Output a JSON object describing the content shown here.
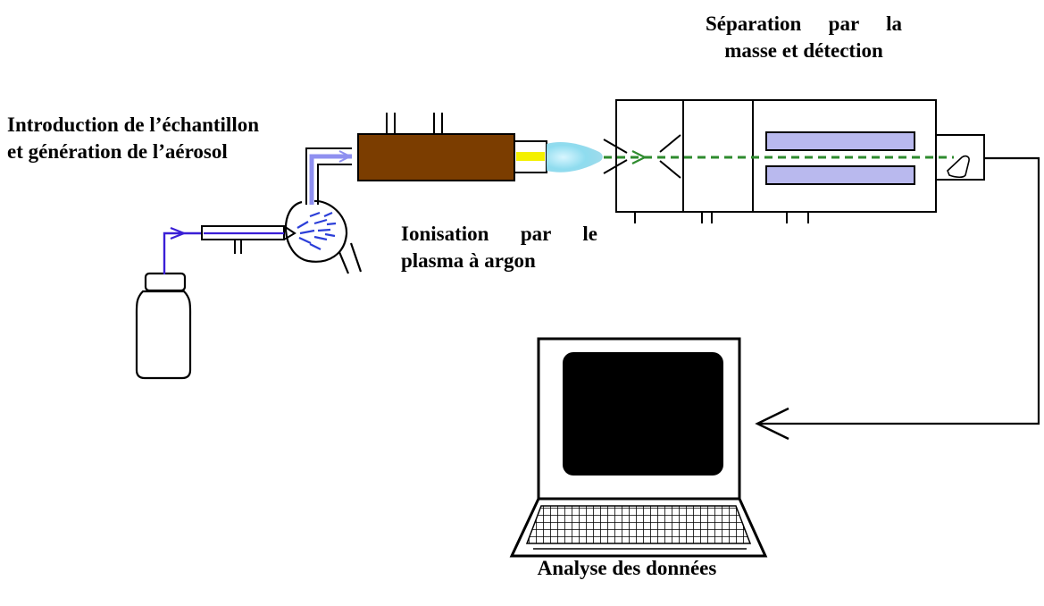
{
  "labels": {
    "intro": [
      "Introduction de l’échantillon",
      "et génération de l’aérosol"
    ],
    "ionisation": [
      "Ionisation par le",
      "plasma à argon"
    ],
    "separation": [
      "Séparation par la",
      "masse et détection"
    ],
    "analysis": "Analyse des données"
  },
  "colors": {
    "sample_flow": "#3a1fd6",
    "aerosol_tube": "#8f90f0",
    "spray": "#2b3ed8",
    "torch_body": "#7b3d00",
    "plasma_core": "#f4f000",
    "plasma_flame": "#7fd8e8",
    "ion_beam": "#2e8b2e",
    "quadrupole": "#b9b9ee",
    "screen": "#000000"
  },
  "icons": [
    "sample-vial-icon",
    "nebulizer-icon",
    "spray-chamber-icon",
    "plasma-torch-icon",
    "interface-cones-icon",
    "quadrupole-icon",
    "detector-icon",
    "laptop-icon",
    "data-arrow-icon"
  ]
}
